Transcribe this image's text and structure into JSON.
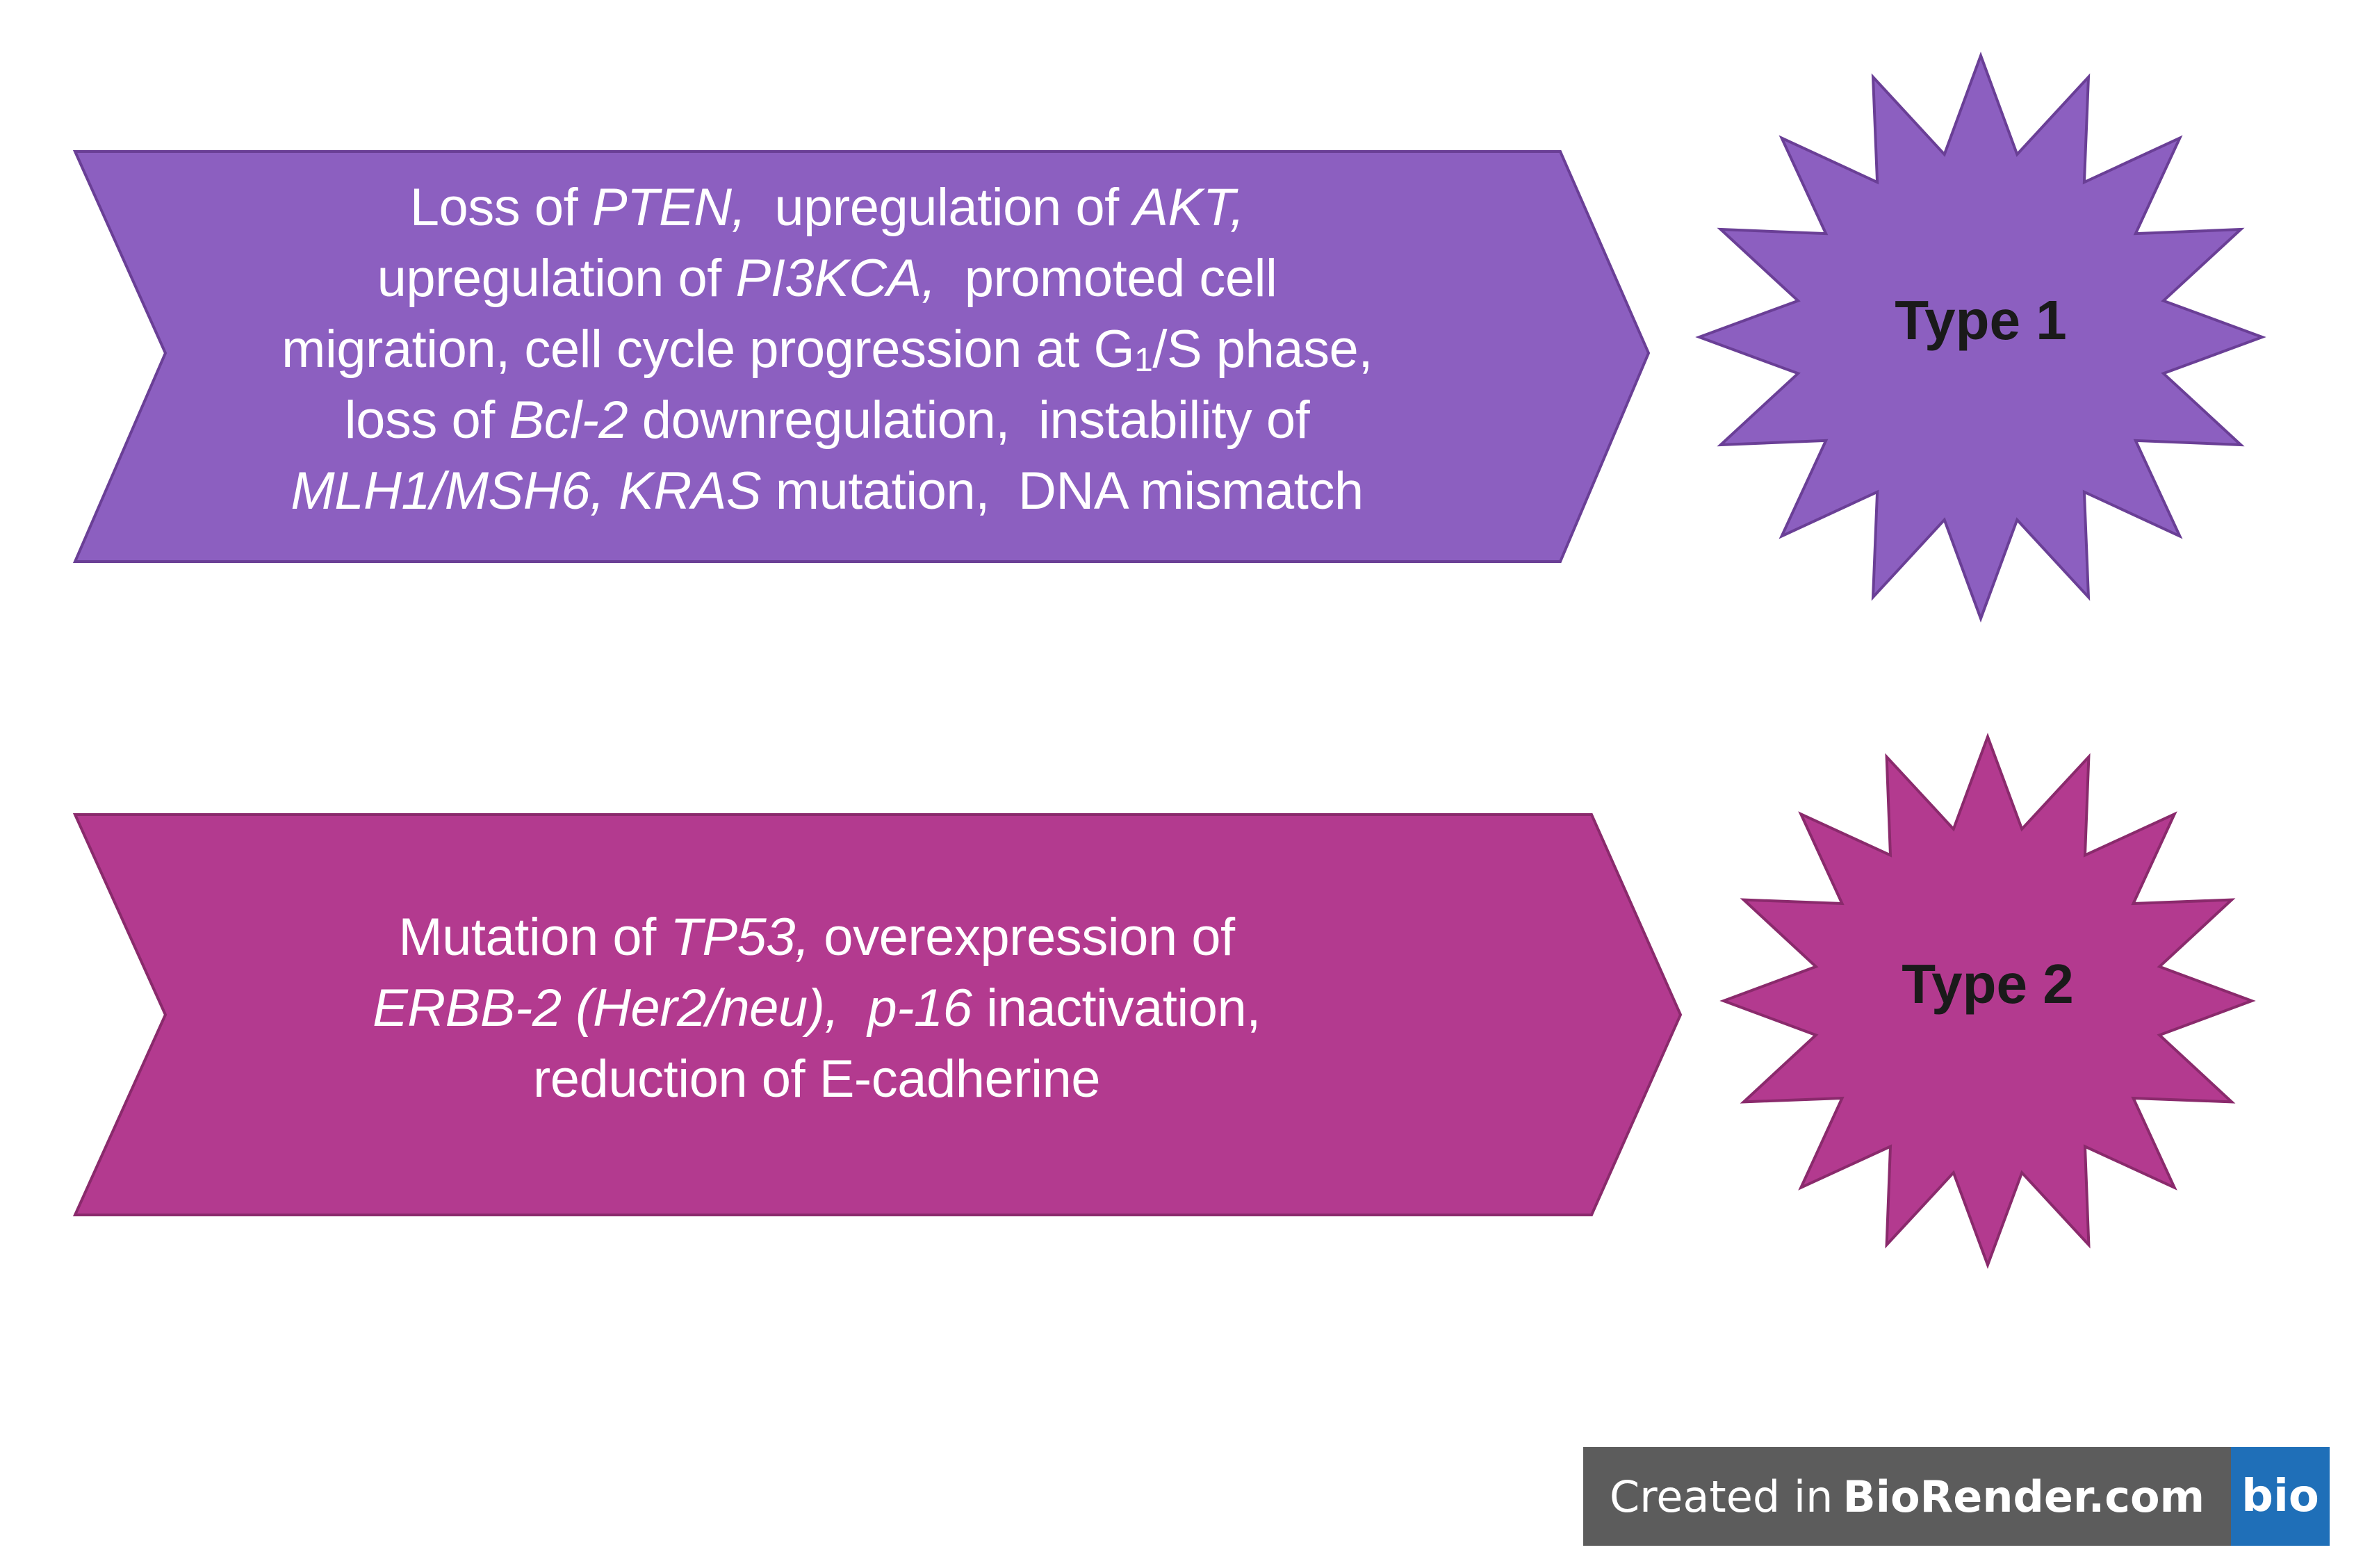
{
  "colors": {
    "type1_fill": "#8c5fc0",
    "type1_stroke": "#6a3f96",
    "type2_fill": "#b33a8f",
    "type2_stroke": "#8a2a6c",
    "label_text": "#1a1a1a",
    "badge_bg": "#5c5c5c",
    "badge_logo_bg": "#1f6fb8"
  },
  "type1": {
    "label": "Type 1",
    "lines": [
      [
        {
          "t": "Loss of "
        },
        {
          "t": "PTEN,",
          "i": true
        },
        {
          "t": "  upregulation of "
        },
        {
          "t": "AKT,",
          "i": true
        }
      ],
      [
        {
          "t": "upregulation of "
        },
        {
          "t": "PI3KCA,",
          "i": true
        },
        {
          "t": "  promoted cell"
        }
      ],
      [
        {
          "t": "migration, cell cycle progression at G"
        },
        {
          "t": "1",
          "sub": true
        },
        {
          "t": "/S phase,"
        }
      ],
      [
        {
          "t": "loss of "
        },
        {
          "t": "Bcl-2",
          "i": true
        },
        {
          "t": " downregulation,  instability of"
        }
      ],
      [
        {
          "t": "MLH1/MSH6, KRAS",
          "i": true
        },
        {
          "t": " mutation,  DNA mismatch"
        }
      ]
    ]
  },
  "type2": {
    "label": "Type 2",
    "lines": [
      [
        {
          "t": "Mutation of "
        },
        {
          "t": "TP53,",
          "i": true
        },
        {
          "t": " overexpression of"
        }
      ],
      [
        {
          "t": "ERBB-2 (Her2/neu),  p-16",
          "i": true
        },
        {
          "t": " inactivation,"
        }
      ],
      [
        {
          "t": "reduction of E-cadherine"
        }
      ]
    ]
  },
  "badge": {
    "prefix": "Created in",
    "brand": "BioRender.com",
    "logo": "bio"
  }
}
